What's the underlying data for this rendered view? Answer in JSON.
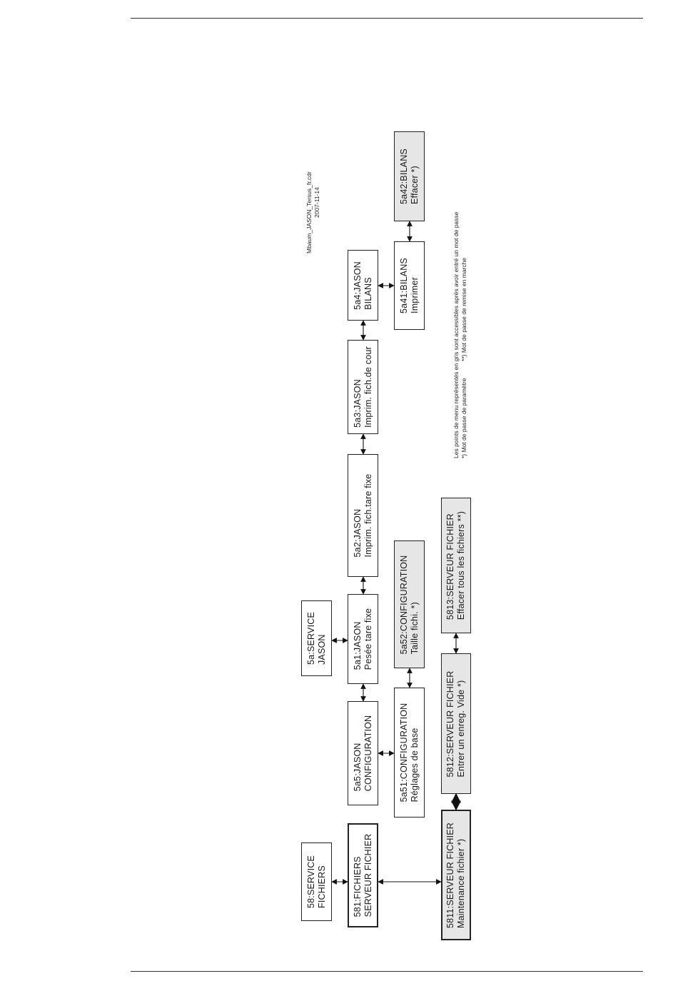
{
  "file_stamp": {
    "file": "Mbaum_JASON_Tersus_fr.cdr",
    "date": "2007-11-14"
  },
  "legend": {
    "line1": "Les points de menu représentés en gris sont accessibles après avoir entré un mot de passe",
    "line2": "*) Mot de passe de paramètre          **) Mot de passe de remise en marche"
  },
  "nodes": {
    "n58": {
      "l1": "58:SERVICE",
      "l2": "FICHIERS"
    },
    "n581": {
      "l1": "581:FICHIERS",
      "l2": "SERVEUR FICHIER"
    },
    "n5811": {
      "l1": "5811:SERVEUR FICHIER",
      "l2": "Maintenance fichier *)"
    },
    "n5812": {
      "l1": "5812:SERVEUR FICHIER",
      "l2": "Entrer un enreg. Vide *)"
    },
    "n5813": {
      "l1": "5813:SERVEUR FICHIER",
      "l2": "Effacer tous les fichiers **)"
    },
    "n5a": {
      "l1": "5a:SERVICE",
      "l2": "JASON"
    },
    "n5a5": {
      "l1": "5a5:JASON",
      "l2": "CONFIGURATION"
    },
    "n5a1": {
      "l1": "5a1:JASON",
      "l2": "Pesée tare fixe"
    },
    "n5a2": {
      "l1": "5a2:JASON",
      "l2": "Imprim. fich.tare fixe"
    },
    "n5a3": {
      "l1": "5a3:JASON",
      "l2": "Imprim. fich.de cour"
    },
    "n5a4": {
      "l1": "5a4:JASON",
      "l2": "BILANS"
    },
    "n5a51": {
      "l1": "5a51:CONFIGURATION",
      "l2": "Réglages de base"
    },
    "n5a52": {
      "l1": "5a52:CONFIGURATION",
      "l2": "Taille fichi. *)"
    },
    "n5a41": {
      "l1": "5a41:BILANS",
      "l2": "Imprimer"
    },
    "n5a42": {
      "l1": "5a42:BILANS",
      "l2": "Effacer *)"
    }
  }
}
